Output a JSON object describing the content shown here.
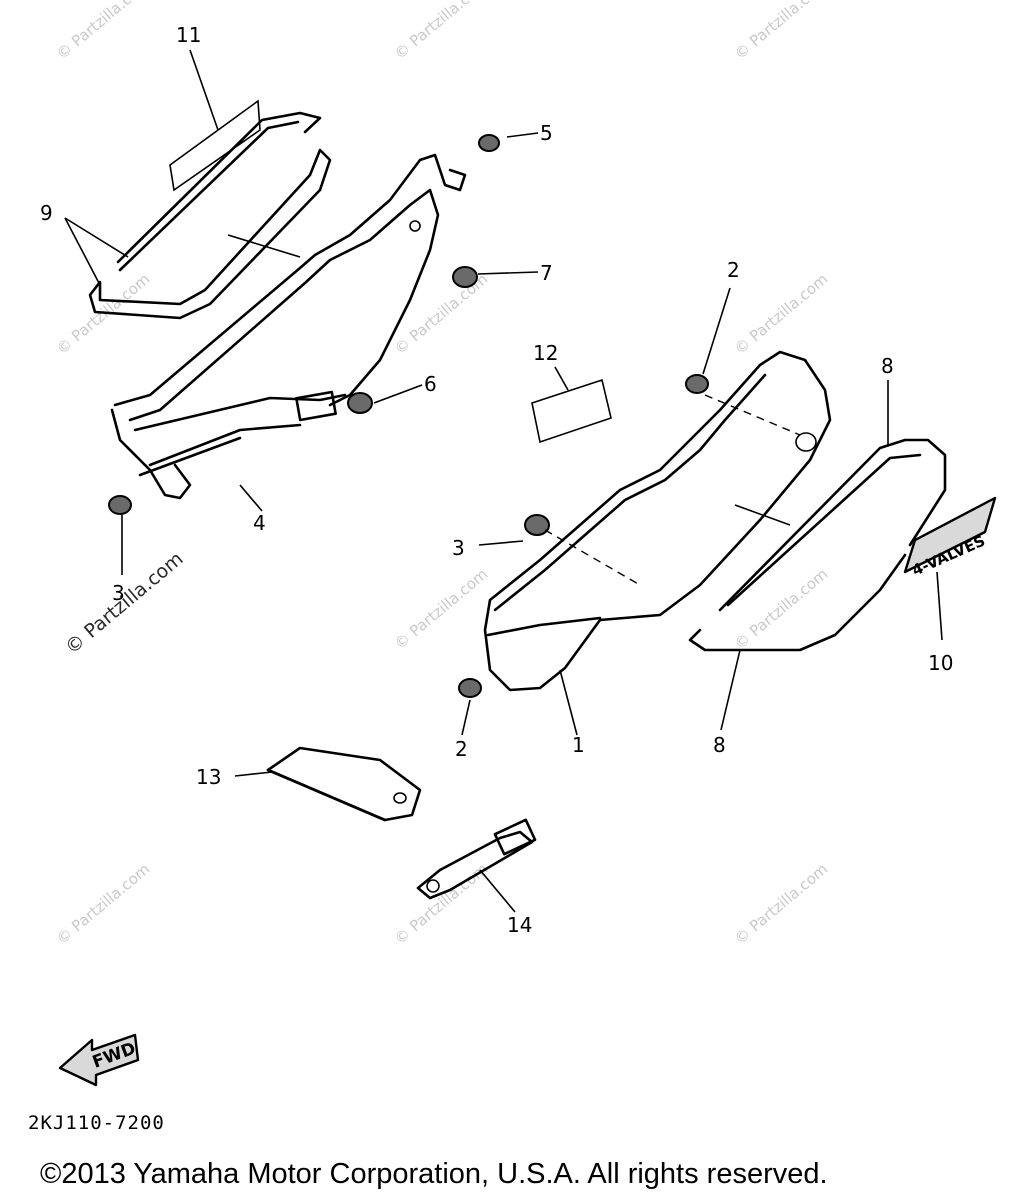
{
  "diagram": {
    "callouts": [
      "11",
      "5",
      "9",
      "7",
      "2",
      "12",
      "8",
      "6",
      "4",
      "3",
      "3",
      "10",
      "2",
      "1",
      "8",
      "13",
      "14"
    ],
    "watermark": "© Partzilla.com",
    "decal_10_text": "4-VALVES",
    "fwd_label": "FWD",
    "ref_code": "2KJ110-7200",
    "copyright": "©2013  Yamaha Motor Corporation, U.S.A. All rights reserved."
  }
}
